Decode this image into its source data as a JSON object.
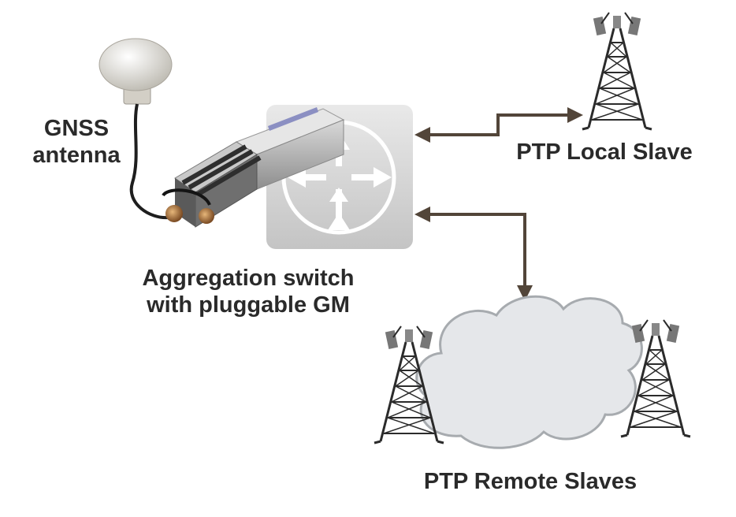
{
  "labels": {
    "gnss_line1": "GNSS",
    "gnss_line2": "antenna",
    "switch_line1": "Aggregation switch",
    "switch_line2": "with pluggable GM",
    "local_slave": "PTP Local Slave",
    "remote_slaves": "PTP Remote Slaves"
  },
  "colors": {
    "arrow": "#524539",
    "cloud_fill": "#e5e7ea",
    "cloud_stroke": "#a7abaf",
    "tower": "#2b2b2b",
    "switch_panel": "#d5d5d5",
    "text": "#2a2a2a"
  }
}
